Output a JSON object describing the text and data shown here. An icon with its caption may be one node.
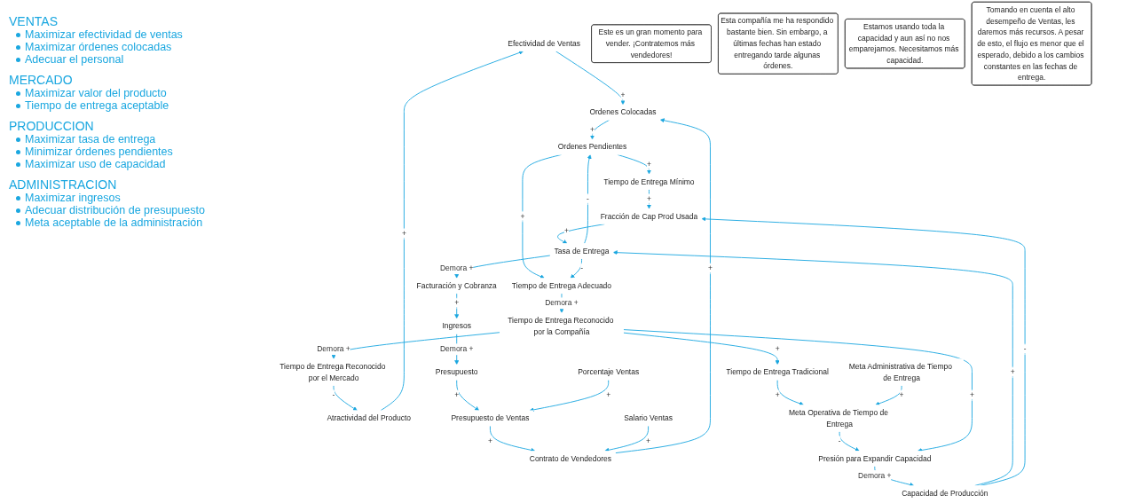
{
  "diagram": {
    "nodes": [
      {
        "text": [
          "Este es un gran momento para vender. ¡Contratemos más vendedores!"
        ]
      },
      {
        "text": [
          "Esta compañía me ha respondido bastante bien. Sin embargo, a últimas fechas han estado entregando tarde algunas órdenes."
        ]
      },
      {
        "text": [
          "Efectividad de Ventas"
        ]
      },
      {
        "text": [
          "Contrato de Vendedores"
        ]
      },
      {
        "text": [
          "Atractividad del Producto"
        ]
      },
      {
        "text": [
          "Ordenes Colocadas"
        ]
      },
      {
        "text": [
          "Tiempo de Entrega Reconocido por el Mercado"
        ]
      },
      {
        "text": [
          "Presupuesto de Ventas"
        ]
      },
      {
        "text": [
          "Salario Ventas"
        ]
      },
      {
        "text": [
          "Ordenes Pendientes"
        ]
      },
      {
        "text": [
          "Porcentaje Ventas"
        ]
      },
      {
        "text": [
          "Presupuesto"
        ]
      },
      {
        "text": [
          "Tiempo de Entrega Mínimo"
        ]
      },
      {
        "text": [
          "Tiempo de Entrega Reconocido por la Compañía"
        ]
      },
      {
        "text": [
          "Estamos usando toda la capacidad y aun así no nos emparejamos. Necesitamos más capacidad."
        ]
      },
      {
        "text": [
          "Fracción de Cap Prod Usada"
        ]
      },
      {
        "text": [
          "Tomando en cuenta el alto desempeño de Ventas, les daremos más recursos. A pesar de esto, el flujo es menor que el esperado, debido a los cambios constantes en las fechas de entrega."
        ]
      },
      {
        "text": [
          "Tiempo de Entrega Tradicional"
        ]
      },
      {
        "text": [
          "Ingresos"
        ]
      },
      {
        "text": [
          "Tiempo de Entrega Adecuado"
        ]
      },
      {
        "text": [
          "Tasa de Entrega"
        ]
      },
      {
        "text": [
          "Facturación y Cobranza"
        ]
      },
      {
        "text": [
          "Meta Operativa de Tiempo de Entrega"
        ]
      },
      {
        "text": [
          "Capacidad de Producción"
        ]
      },
      {
        "text": [
          "Presión para Expandir Capacidad"
        ]
      },
      {
        "text": [
          "Meta Administrativa de Tiempo de Entrega"
        ]
      }
    ],
    "edges": [
      {
        "from": 7,
        "to": 3,
        "arrow": "to",
        "label": "+"
      },
      {
        "from": 8,
        "to": 3,
        "arrow": "to",
        "label": "+"
      },
      {
        "from": 3,
        "to": 5,
        "arrow": "to",
        "label": "+"
      },
      {
        "from": 2,
        "to": 5,
        "arrow": "to",
        "label": "+"
      },
      {
        "from": 4,
        "to": 2,
        "arrow": "to",
        "label": "+"
      },
      {
        "from": 6,
        "to": 4,
        "arrow": "to",
        "label": "-"
      },
      {
        "from": 13,
        "to": 6,
        "arrow": "to",
        "label": "Demora +"
      },
      {
        "from": 5,
        "to": 9,
        "arrow": "to",
        "label": "+"
      },
      {
        "from": 20,
        "to": 9,
        "arrow": "to",
        "label": "-"
      },
      {
        "from": 9,
        "to": 12,
        "arrow": "to",
        "label": "+"
      },
      {
        "from": 12,
        "to": 15,
        "arrow": "to",
        "label": "+"
      },
      {
        "from": 15,
        "to": 20,
        "arrow": "to",
        "label": "+"
      },
      {
        "from": 9,
        "to": 19,
        "arrow": "to",
        "label": "+"
      },
      {
        "from": 20,
        "to": 19,
        "arrow": "to",
        "label": "-"
      },
      {
        "from": 19,
        "to": 13,
        "arrow": "to",
        "label": "Demora +"
      },
      {
        "from": 13,
        "to": 17,
        "arrow": "to",
        "label": "+"
      },
      {
        "from": 17,
        "to": 22,
        "arrow": "to",
        "label": "+"
      },
      {
        "from": 25,
        "to": 22,
        "arrow": "to",
        "label": "+"
      },
      {
        "from": 22,
        "to": 24,
        "arrow": "to",
        "label": "-"
      },
      {
        "from": 13,
        "to": 24,
        "arrow": "to",
        "label": "+"
      },
      {
        "from": 24,
        "to": 23,
        "arrow": "to",
        "label": "Demora +"
      },
      {
        "from": 23,
        "to": 20,
        "arrow": "to",
        "label": "+"
      },
      {
        "from": 23,
        "to": 15,
        "arrow": "to",
        "label": "-"
      },
      {
        "from": 20,
        "to": 21,
        "arrow": "to",
        "label": "Demora +"
      },
      {
        "from": 21,
        "to": 18,
        "arrow": "to",
        "label": "+"
      },
      {
        "from": 18,
        "to": 11,
        "arrow": "to",
        "label": "Demora +"
      },
      {
        "from": 11,
        "to": 7,
        "arrow": "to",
        "label": "+"
      },
      {
        "from": 10,
        "to": 7,
        "arrow": "to",
        "label": "+"
      }
    ],
    "labels": [
      "VENTAS",
      "Maximizar efectividad de ventas",
      "Maximizar órdenes colocadas",
      "Adecuar el personal",
      "MERCADO",
      "Maximizar valor del producto",
      "Tiempo de entrega aceptable",
      "PRODUCCION",
      "Maximizar tasa de entrega",
      "Minimizar órdenes pendientes",
      "Maximizar uso de capacidad",
      "ADMINISTRACION",
      "Maximizar ingresos",
      "Adecuar distribución de presupuesto",
      "Meta aceptable de la administración"
    ]
  }
}
